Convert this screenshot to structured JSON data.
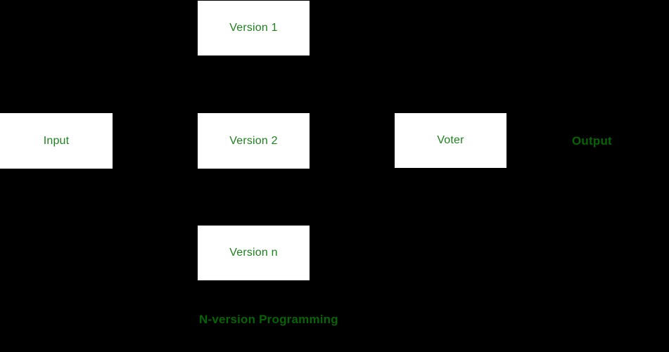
{
  "diagram": {
    "nodes": {
      "version1": {
        "label": "Version 1"
      },
      "input": {
        "label": "Input"
      },
      "version2": {
        "label": "Version 2"
      },
      "voter": {
        "label": "Voter"
      },
      "version_n": {
        "label": "Version n"
      },
      "output": {
        "label": "Output"
      }
    },
    "caption": "N-version Programming",
    "colors": {
      "background": "#000000",
      "box_fill": "#ffffff",
      "box_text": "#1e821e",
      "dark_text": "#066306"
    }
  }
}
